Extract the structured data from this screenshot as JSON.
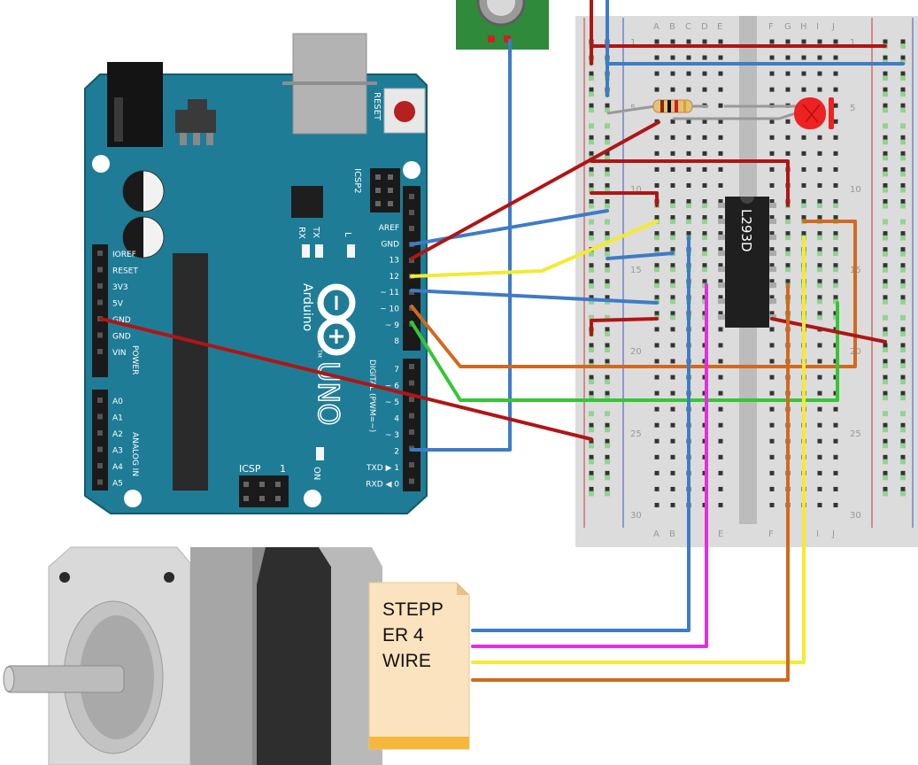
{
  "arduino": {
    "reset": "RESET",
    "icsp2": "ICSP2",
    "icsp": "ICSP",
    "icsp_pin": "1",
    "brand": "Arduino",
    "tm": "TM",
    "model": "UNO",
    "on": "ON",
    "rx": "RX",
    "tx": "TX",
    "led_l": "L",
    "power_title": "POWER",
    "analog_title": "ANALOG IN",
    "digital_title": "DIGITAL (PWM=~)",
    "power_pins": [
      "IOREF",
      "RESET",
      "3V3",
      "5V",
      "GND",
      "GND",
      "VIN"
    ],
    "analog_pins": [
      "A0",
      "A1",
      "A2",
      "A3",
      "A4",
      "A5"
    ],
    "digital_top": [
      "AREF",
      "GND",
      "13",
      "12",
      "~ 11",
      "~ 10",
      "~ 9",
      "8"
    ],
    "digital_bottom": [
      "7",
      "~ 6",
      "~ 5",
      "4",
      "~ 3",
      "2",
      "TXD ▶ 1",
      "RXD ◀ 0"
    ]
  },
  "breadboard": {
    "cols_left": [
      "A",
      "B",
      "C",
      "D",
      "E"
    ],
    "cols_right": [
      "F",
      "G",
      "H",
      "I",
      "J"
    ],
    "row_numbers": [
      "1",
      "5",
      "10",
      "15",
      "20",
      "25",
      "30"
    ],
    "bottom_cols": [
      "A",
      "B",
      "E",
      "F",
      "I",
      "J"
    ]
  },
  "chip": {
    "label": "L293D"
  },
  "note": {
    "lines": [
      "STEPP",
      "ER 4",
      "WIRE"
    ]
  },
  "colors": {
    "board": "#1f7c96",
    "wire_red": "#b01515",
    "wire_blue": "#3d7cc6",
    "wire_yellow": "#f4ea33",
    "wire_green": "#36c536",
    "wire_orange": "#d2691e",
    "wire_magenta": "#e22fe2",
    "led": "#ee2222"
  }
}
